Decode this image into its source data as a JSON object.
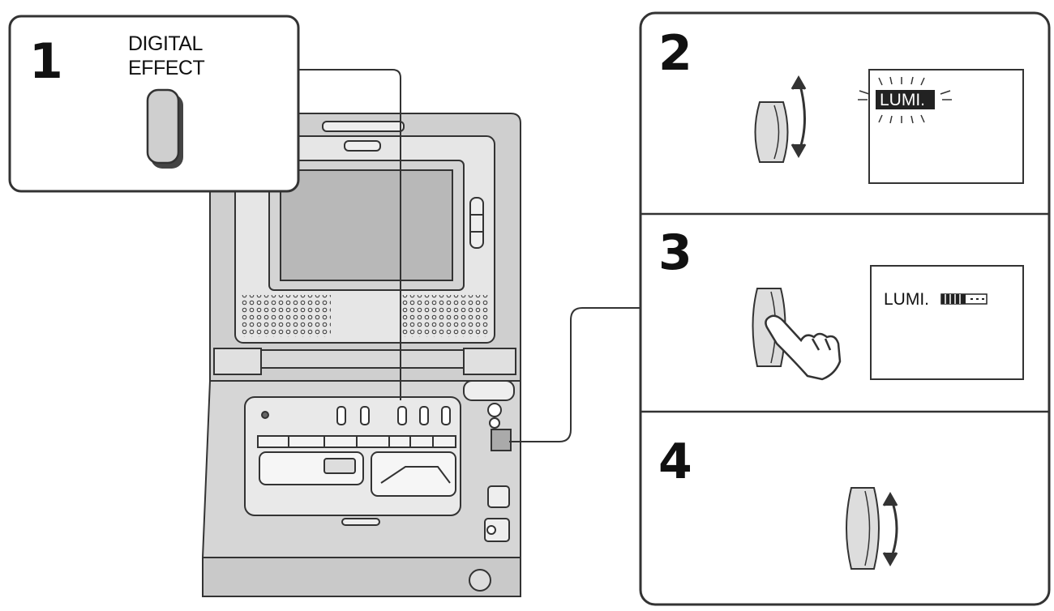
{
  "step1": {
    "number": "1",
    "button_label_line1": "DIGITAL",
    "button_label_line2": "EFFECT"
  },
  "step2": {
    "number": "2",
    "screen_text": "LUMI."
  },
  "step3": {
    "number": "3",
    "screen_text": "LUMI."
  },
  "step4": {
    "number": "4"
  },
  "icons": [
    "video-deck-icon",
    "digital-effect-button-icon",
    "dial-icon",
    "up-down-arrow-icon",
    "hand-pressing-icon",
    "flashing-indicator-icon",
    "level-bar-icon"
  ],
  "colors": {
    "line": "#333333",
    "fill_light": "#eeeeee",
    "fill_mid": "#cfcfcf",
    "fill_dark": "#8a8a8a",
    "background": "#ffffff"
  }
}
